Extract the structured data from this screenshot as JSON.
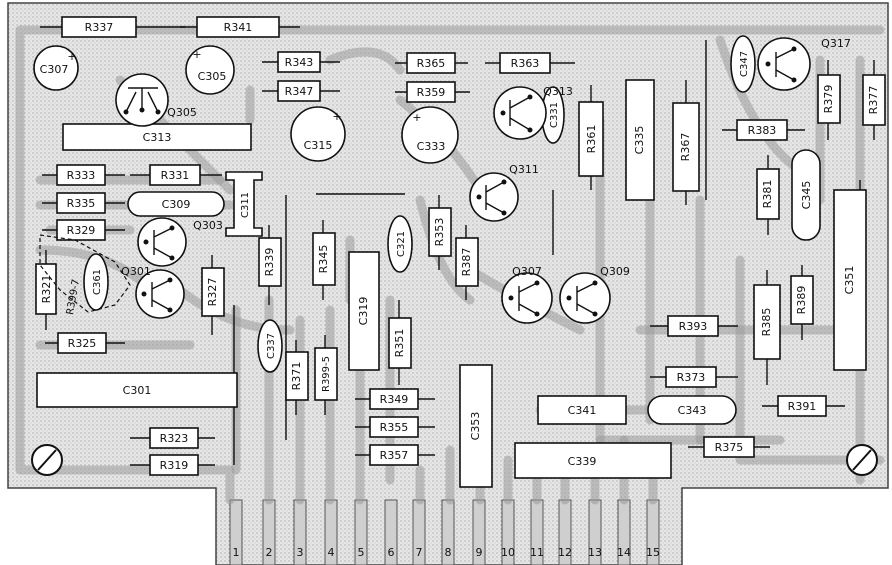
{
  "resistors": {
    "r337": "R337",
    "r341": "R341",
    "r343": "R343",
    "r347": "R347",
    "r365": "R365",
    "r363": "R363",
    "r359": "R359",
    "r333": "R333",
    "r331": "R331",
    "r335": "R335",
    "r329": "R329",
    "r321": "R321",
    "r399_7": "R399-7",
    "r325": "R325",
    "r327": "R327",
    "r339": "R339",
    "r345": "R345",
    "r353": "R353",
    "r387": "R387",
    "r361": "R361",
    "r367": "R367",
    "r383": "R383",
    "r379": "R379",
    "r377": "R377",
    "r381": "R381",
    "r385": "R385",
    "r389": "R389",
    "r393": "R393",
    "r371": "R371",
    "r399_5": "R399-5",
    "r351": "R351",
    "r349": "R349",
    "r355": "R355",
    "r357": "R357",
    "r373": "R373",
    "r391": "R391",
    "r375": "R375",
    "r323": "R323",
    "r319": "R319"
  },
  "capacitors": {
    "c307": "C307",
    "c305": "C305",
    "c313": "C313",
    "c315": "C315",
    "c333": "C333",
    "c331": "C331",
    "c335": "C335",
    "c347": "C347",
    "c309": "C309",
    "c311": "C311",
    "c321": "C321",
    "c361": "C361",
    "c345": "C345",
    "c351": "C351",
    "c319": "C319",
    "c337": "C337",
    "c301": "C301",
    "c353": "C353",
    "c341": "C341",
    "c343": "C343",
    "c339": "C339"
  },
  "transistors": {
    "q305": "Q305",
    "q313": "Q313",
    "q311": "Q311",
    "q317": "Q317",
    "q303": "Q303",
    "q301": "Q301",
    "q307": "Q307",
    "q309": "Q309"
  },
  "polarity_mark": "+",
  "connector_pins": [
    "1",
    "2",
    "3",
    "4",
    "5",
    "6",
    "7",
    "8",
    "9",
    "10",
    "11",
    "12",
    "13",
    "14",
    "15"
  ],
  "board_color": "#d8d8d8",
  "trace_color": "#9a9a9a"
}
